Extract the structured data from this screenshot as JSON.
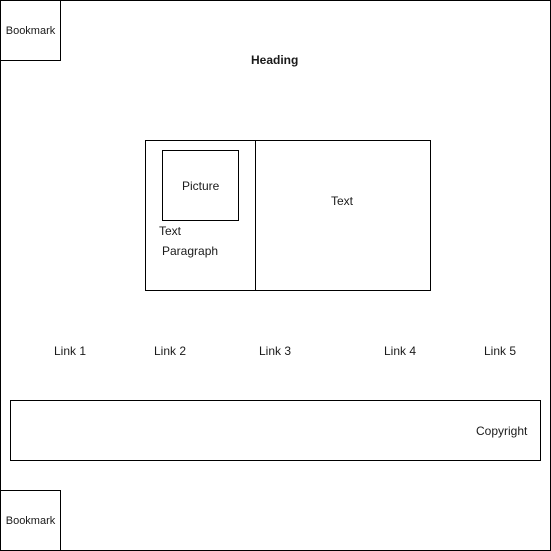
{
  "bookmark_top": "Bookmark",
  "heading": "Heading",
  "card": {
    "picture_label": "Picture",
    "text_label": "Text",
    "paragraph_label": "Paragraph",
    "right_text": "Text"
  },
  "links": [
    "Link 1",
    "Link 2",
    "Link 3",
    "Link 4",
    "Link 5"
  ],
  "footer": {
    "copyright": "Copyright"
  },
  "bookmark_bottom": "Bookmark"
}
